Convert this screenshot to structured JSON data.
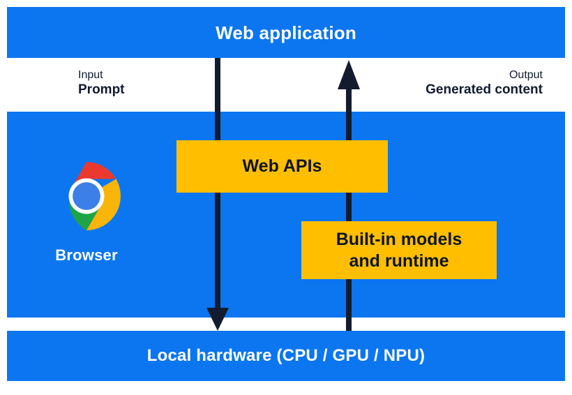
{
  "diagram": {
    "title_top": "Web application",
    "title_bottom": "Local hardware (CPU / GPU / NPU)",
    "colors": {
      "band_blue": "#0b76f0",
      "box_yellow": "#ffbf00",
      "arrow_dark": "#131c2e",
      "text_dark": "#121b30",
      "text_light": "#ffffff"
    }
  },
  "flows": {
    "input": {
      "kicker": "Input",
      "title": "Prompt",
      "arrow_icon": "arrow-down-icon"
    },
    "output": {
      "kicker": "Output",
      "title": "Generated content",
      "arrow_icon": "arrow-up-icon"
    }
  },
  "browser": {
    "label": "Browser",
    "icon": "chrome-logo-icon"
  },
  "boxes": {
    "web_apis": {
      "label": "Web APIs"
    },
    "builtin": {
      "line1": "Built-in models",
      "line2": "and runtime"
    }
  }
}
